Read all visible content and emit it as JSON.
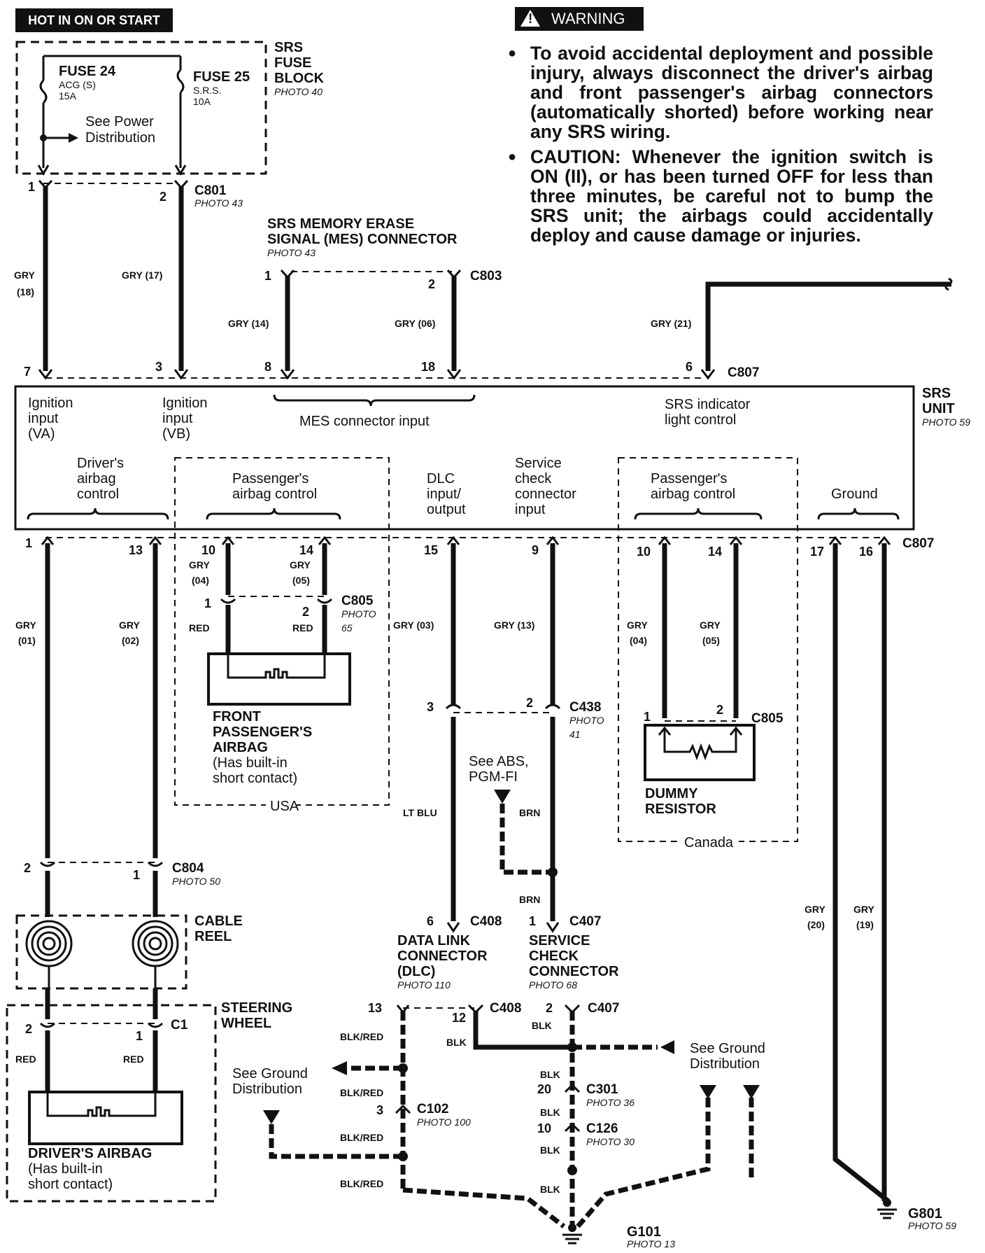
{
  "header": {
    "hot_label": "HOT IN ON OR START"
  },
  "warning": {
    "title": "WARNING",
    "items": [
      "To avoid accidental deployment and possible injury, always disconnect the driver's airbag and front passenger's airbag connectors (automatically shorted) before working near any SRS wiring.",
      "CAUTION: Whenever the ignition switch is ON (II), or has been turned OFF for less than three minutes, be careful not to bump the SRS unit; the airbags could accidentally deploy and cause damage or injuries."
    ]
  },
  "fuse_block": {
    "name_l1": "SRS",
    "name_l2": "FUSE",
    "name_l3": "BLOCK",
    "photo": "PHOTO 40",
    "fuse24": {
      "title": "FUSE 24",
      "l1": "ACG (S)",
      "l2": "15A"
    },
    "fuse25": {
      "title": "FUSE 25",
      "l1": "S.R.S.",
      "l2": "10A"
    },
    "see_l1": "See Power",
    "see_l2": "Distribution"
  },
  "c801": {
    "name": "C801",
    "photo": "PHOTO 43",
    "p1": "1",
    "p2": "2"
  },
  "mes": {
    "l1": "SRS MEMORY ERASE",
    "l2": "SIGNAL (MES) CONNECTOR",
    "photo": "PHOTO 43",
    "c803": "C803",
    "p1": "1",
    "p2": "2"
  },
  "wires_top": {
    "w18a": "GRY",
    "w18b": "(18)",
    "w17": "GRY (17)",
    "w14": "GRY (14)",
    "w06": "GRY (06)",
    "w21": "GRY (21)"
  },
  "srs_pins_top": {
    "p7": "7",
    "p3": "3",
    "p8": "8",
    "p18": "18",
    "p6": "6",
    "c807": "C807"
  },
  "srs_unit": {
    "name_l1": "SRS",
    "name_l2": "UNIT",
    "photo": "PHOTO 59",
    "ign_va": [
      "Ignition",
      "input",
      "(VA)"
    ],
    "ign_vb": [
      "Ignition",
      "input",
      "(VB)"
    ],
    "mes_input": "MES connector input",
    "indicator": [
      "SRS indicator",
      "light control"
    ],
    "driver": [
      "Driver's",
      "airbag",
      "control"
    ],
    "pass1": [
      "Passenger's",
      "airbag control"
    ],
    "dlc": [
      "DLC",
      "input/",
      "output"
    ],
    "service": [
      "Service",
      "check",
      "connector",
      "input"
    ],
    "pass2": [
      "Passenger's",
      "airbag control"
    ],
    "ground": "Ground"
  },
  "srs_pins_bottom": {
    "p1": "1",
    "p13": "13",
    "p10": "10",
    "p14": "14",
    "p15": "15",
    "p9": "9",
    "p10b": "10",
    "p14b": "14",
    "p17": "17",
    "p16": "16",
    "c807": "C807"
  },
  "front_pass": {
    "w04a": "GRY",
    "w04b": "(04)",
    "w05a": "GRY",
    "w05b": "(05)",
    "c805": "C805",
    "photo_a": "PHOTO",
    "photo_b": "65",
    "p1": "1",
    "p2": "2",
    "red1": "RED",
    "red2": "RED",
    "name": [
      "FRONT",
      "PASSENGER'S",
      "AIRBAG"
    ],
    "note": [
      "(Has built-in",
      "short contact)"
    ],
    "region": "USA"
  },
  "driver_wires": {
    "w01a": "GRY",
    "w01b": "(01)",
    "w02a": "GRY",
    "w02b": "(02)"
  },
  "dlc_wires": {
    "w03": "GRY (03)",
    "w13": "GRY (13)",
    "ltblu": "LT BLU",
    "brn1": "BRN",
    "brn2": "BRN"
  },
  "c438": {
    "name": "C438",
    "photo_a": "PHOTO",
    "photo_b": "41",
    "p3": "3",
    "p2": "2",
    "see_l1": "See ABS,",
    "see_l2": "PGM-FI"
  },
  "dummy": {
    "w04a": "GRY",
    "w04b": "(04)",
    "w05a": "GRY",
    "w05b": "(05)",
    "c805": "C805",
    "p1": "1",
    "p2": "2",
    "name": [
      "DUMMY",
      "RESISTOR"
    ],
    "region": "Canada"
  },
  "c804": {
    "name": "C804",
    "photo": "PHOTO 50",
    "p2": "2",
    "p1": "1"
  },
  "cable_reel": {
    "l1": "CABLE",
    "l2": "REEL"
  },
  "steering": {
    "l1": "STEERING",
    "l2": "WHEEL",
    "c1": "C1",
    "p2": "2",
    "p1": "1",
    "red1": "RED",
    "red2": "RED",
    "name": "DRIVER'S AIRBAG",
    "note": [
      "(Has built-in",
      "short contact)"
    ]
  },
  "dlc_conn": {
    "p6": "6",
    "c408": "C408",
    "name": [
      "DATA LINK",
      "CONNECTOR",
      "(DLC)"
    ],
    "photo": "PHOTO 110"
  },
  "svc_conn": {
    "p1": "1",
    "c407": "C407",
    "name": [
      "SERVICE",
      "CHECK",
      "CONNECTOR"
    ],
    "photo": "PHOTO 68"
  },
  "ground_area": {
    "p13": "13",
    "p12": "12",
    "c408": "C408",
    "p2": "2",
    "c407": "C407",
    "blk": "BLK",
    "blkred": "BLK/RED",
    "c102": "C102",
    "c102_photo": "PHOTO 100",
    "p3": "3",
    "c301": "C301",
    "c301_photo": "PHOTO 36",
    "p20": "20",
    "c126": "C126",
    "c126_photo": "PHOTO 30",
    "p10": "10",
    "see_l1": "See Ground",
    "see_l2": "Distribution",
    "g101": "G101",
    "g101_photo": "PHOTO 13",
    "g801": "G801",
    "g801_photo": "PHOTO 59"
  },
  "ground_wires": {
    "w20a": "GRY",
    "w20b": "(20)",
    "w19a": "GRY",
    "w19b": "(19)"
  }
}
